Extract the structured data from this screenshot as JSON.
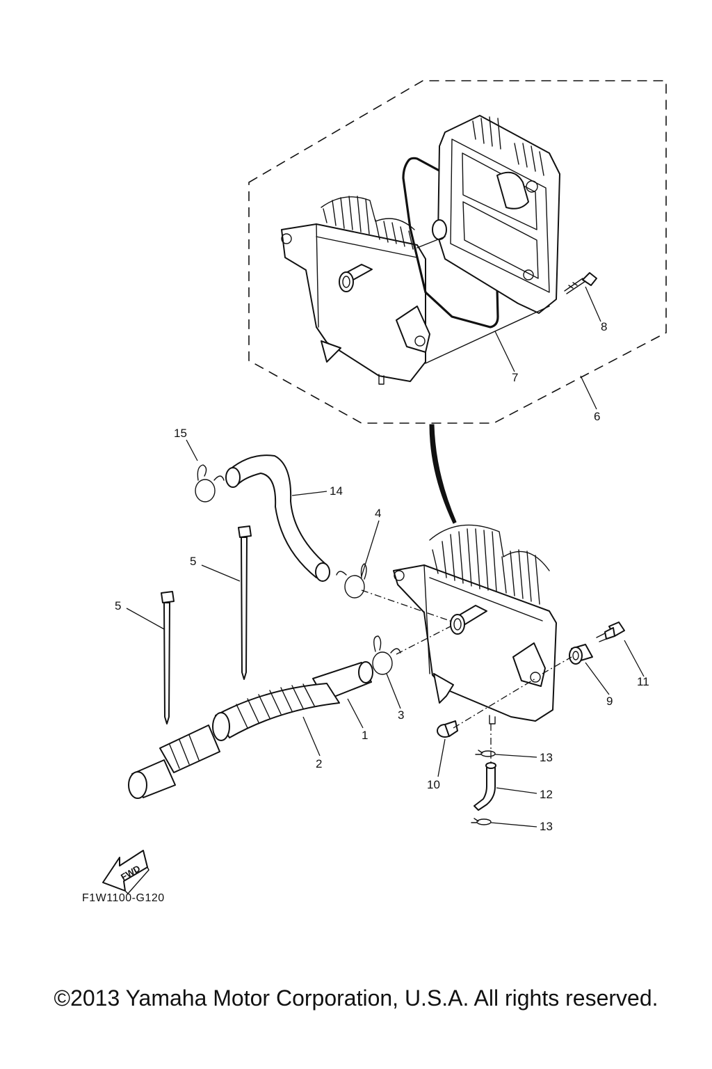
{
  "diagram": {
    "callouts": [
      {
        "id": "callout-1",
        "label": "1"
      },
      {
        "id": "callout-2",
        "label": "2"
      },
      {
        "id": "callout-3",
        "label": "3"
      },
      {
        "id": "callout-4",
        "label": "4"
      },
      {
        "id": "callout-5a",
        "label": "5"
      },
      {
        "id": "callout-5b",
        "label": "5"
      },
      {
        "id": "callout-6",
        "label": "6"
      },
      {
        "id": "callout-7",
        "label": "7"
      },
      {
        "id": "callout-8",
        "label": "8"
      },
      {
        "id": "callout-9",
        "label": "9"
      },
      {
        "id": "callout-10",
        "label": "10"
      },
      {
        "id": "callout-11",
        "label": "11"
      },
      {
        "id": "callout-12",
        "label": "12"
      },
      {
        "id": "callout-13a",
        "label": "13"
      },
      {
        "id": "callout-13b",
        "label": "13"
      },
      {
        "id": "callout-14",
        "label": "14"
      },
      {
        "id": "callout-15",
        "label": "15"
      }
    ],
    "direction_badge": "FWD",
    "drawing_code": "F1W1100-G120"
  },
  "footer": {
    "copyright": "©2013 Yamaha Motor Corporation, U.S.A. All rights reserved."
  }
}
